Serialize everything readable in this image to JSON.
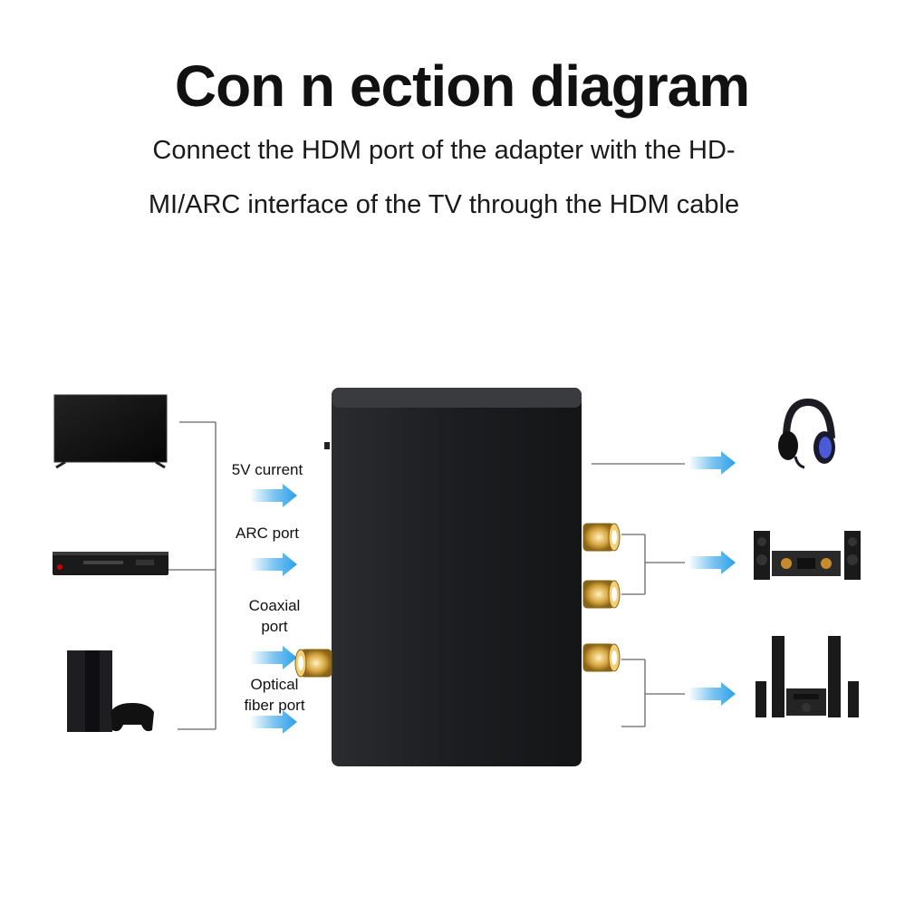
{
  "title": "Con n ection diagram",
  "subtitle_line1": "Connect the HDM port of the adapter with the HD-",
  "subtitle_line2": "MI/ARC interface of the TV through the HDM cable",
  "labels": {
    "current": "5V current",
    "arc": "ARC port",
    "coaxial_1": "Coaxial",
    "coaxial_2": "port",
    "optical_1": "Optical",
    "optical_2": "fiber port"
  },
  "colors": {
    "arrow": "#2aa0e8",
    "device_body": "#1b1c1e",
    "gold": "#d7a640",
    "line": "#555555"
  },
  "icons": [
    "tv-icon",
    "dvd-player-icon",
    "game-console-icon",
    "headphones-icon",
    "sound-system-icon",
    "home-theater-icon"
  ]
}
